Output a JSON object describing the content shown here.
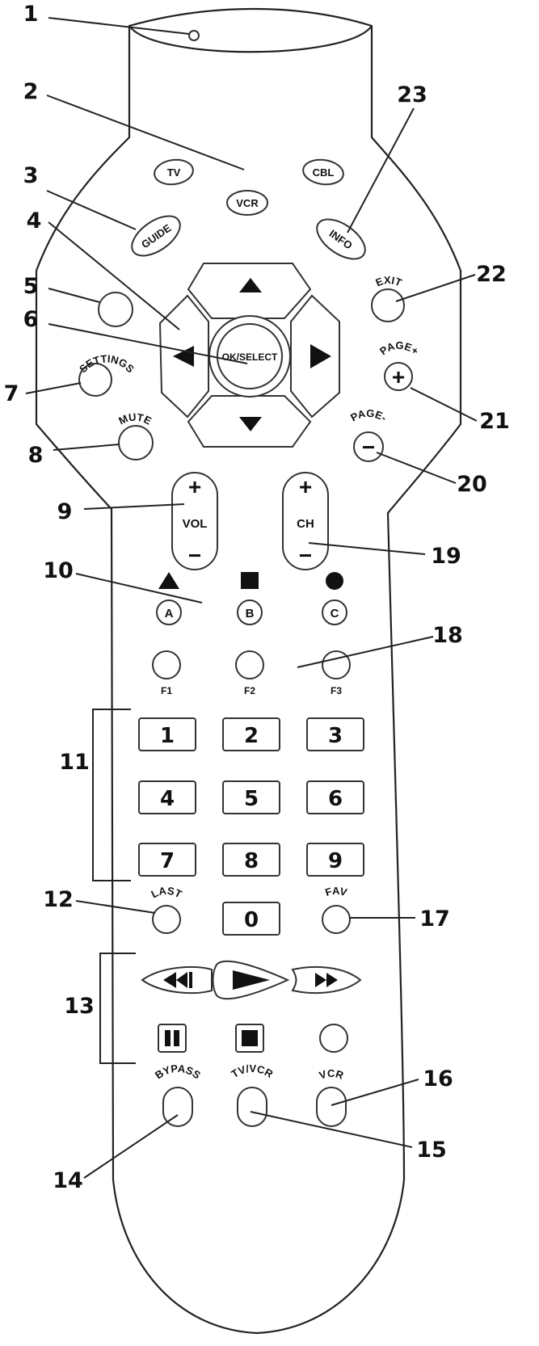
{
  "buttons": {
    "tv": "TV",
    "vcr": "VCR",
    "cbl": "CBL",
    "guide": "GUIDE",
    "info": "INFO",
    "exit": "EXIT",
    "ok_select": "OK/SELECT",
    "settings": "SETTINGS",
    "mute": "MUTE",
    "page_plus": "PAGE+",
    "page_minus": "PAGE-",
    "vol": "VOL",
    "ch": "CH",
    "plus": "+",
    "minus": "−",
    "a": "A",
    "b": "B",
    "c": "C",
    "f1": "F1",
    "f2": "F2",
    "f3": "F3",
    "digits": [
      "1",
      "2",
      "3",
      "4",
      "5",
      "6",
      "7",
      "8",
      "9",
      "0"
    ],
    "last": "LAST",
    "fav": "FAV",
    "bypass": "BYPASS",
    "tv_vcr": "TV/VCR",
    "vcr_bottom": "VCR"
  },
  "callouts": [
    "1",
    "2",
    "3",
    "4",
    "5",
    "6",
    "7",
    "8",
    "9",
    "10",
    "11",
    "12",
    "13",
    "14",
    "15",
    "16",
    "17",
    "18",
    "19",
    "20",
    "21",
    "22",
    "23"
  ]
}
